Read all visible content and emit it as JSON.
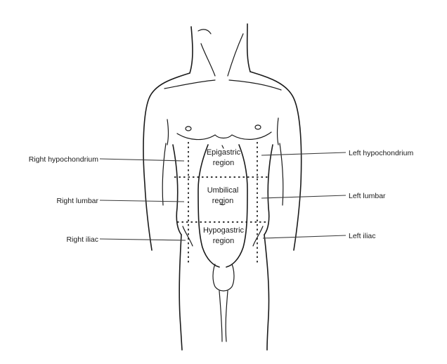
{
  "labels": {
    "right_hypochondrium": "Right hypochondrium",
    "right_lumbar": "Right lumbar",
    "right_iliac": "Right iliac",
    "left_hypochondrium": "Left hypochondrium",
    "left_lumbar": "Left lumbar",
    "left_iliac": "Left iliac"
  },
  "regions": {
    "epigastric": {
      "line1": "Epigastric",
      "line2": "region"
    },
    "umbilical": {
      "line1": "Umbilical",
      "line2": "region"
    },
    "hypogastric": {
      "line1": "Hypogastric",
      "line2": "region"
    }
  }
}
